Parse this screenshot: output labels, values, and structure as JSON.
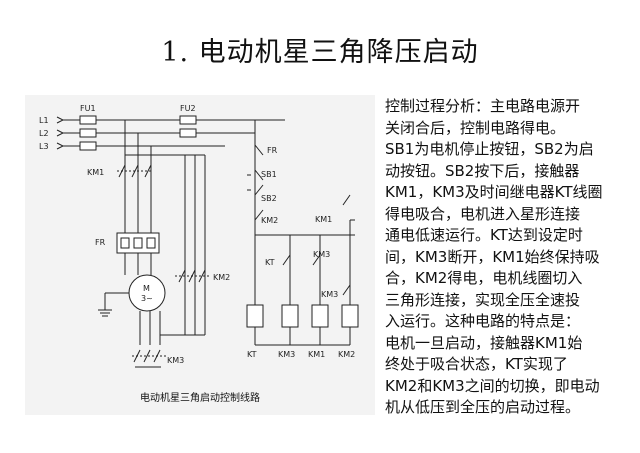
{
  "title": "1. 电动机星三角降压启动",
  "diagram": {
    "caption": "电动机星三角启动控制线路",
    "labels": {
      "l1": "L1",
      "l2": "L2",
      "l3": "L3",
      "fu1": "FU1",
      "fu2": "FU2",
      "km1_main": "KM1",
      "fr_main": "FR",
      "motor": "M",
      "motor_phase": "3~",
      "km2_main": "KM2",
      "km3_main": "KM3",
      "fr_ctrl": "FR",
      "sb1": "SB1",
      "sb2": "SB2",
      "km2_ctrl": "KM2",
      "km1_ctrl": "KM1",
      "kt_ctrl": "KT",
      "km3_ctrl_a": "KM3",
      "km3_ctrl_b": "KM3",
      "coil_kt": "KT",
      "coil_km3": "KM3",
      "coil_km1": "KM1",
      "coil_km2": "KM2"
    }
  },
  "analysis_lines": [
    "控制过程分析：主电路电源开",
    "关闭合后，控制电路得电。",
    "SB1为电机停止按钮，SB2为启",
    "动按钮。SB2按下后，接触器",
    "KM1，KM3及时间继电器KT线圈",
    "得电吸合，电机进入星形连接",
    "通电低速运行。KT达到设定时",
    "间，KM3断开，KM1始终保持吸",
    "合，KM2得电，电机线圈切入",
    "三角形连接，实现全压全速投",
    "入运行。这种电路的特点是：",
    "电机一旦启动，接触器KM1始",
    "终处于吸合状态，KT实现了",
    "KM2和KM3之间的切换，即电动",
    "机从低压到全压的启动过程。"
  ]
}
